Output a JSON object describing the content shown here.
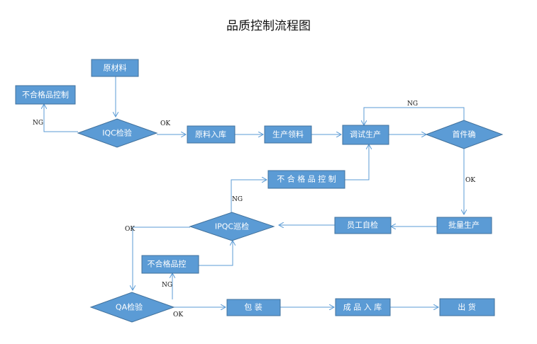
{
  "title": "品质控制流程图",
  "colors": {
    "node_fill": "#5b9bd5",
    "node_stroke": "#41719c",
    "edge": "#5b9bd5",
    "text": "#ffffff"
  },
  "nodes": {
    "raw_material": "原材料",
    "reject_top_left": "不合格品控制",
    "iqc": "IQC检验",
    "raw_storage": "原料入库",
    "production_pick": "生产领料",
    "debug_production": "调试生产",
    "first_article": "首件确",
    "reject_middle": "不 合 格 品 控 制",
    "ipqc": "IPQC巡检",
    "self_check": "员工自检",
    "mass_production": "批量生产",
    "reject_bottom": "不合格品控",
    "qa": "QA检验",
    "packing": "包 装",
    "finished_storage": "成 品 入 库",
    "shipping": "出 货"
  },
  "edge_labels": {
    "iqc_ng": "NG",
    "iqc_ok": "OK",
    "first_ng": "NG",
    "first_ok": "OK",
    "ipqc_ng": "NG",
    "ipqc_ok": "OK",
    "qa_ng": "NG",
    "qa_ok": "OK"
  }
}
